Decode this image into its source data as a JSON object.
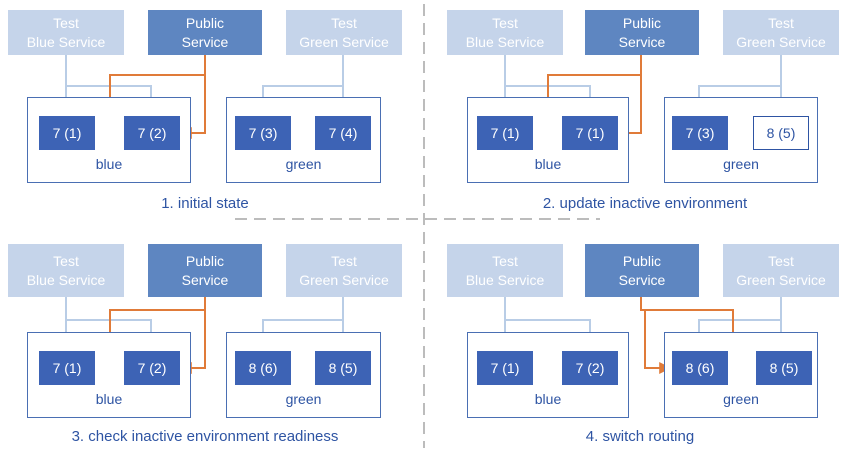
{
  "quadrants": [
    {
      "caption": "1. initial state",
      "test_blue": [
        "Test",
        "Blue Service"
      ],
      "public": [
        "Public",
        "Service"
      ],
      "test_green": [
        "Test",
        "Green Service"
      ],
      "blue_env": {
        "label": "blue",
        "pods": [
          "7 (1)",
          "7 (2)"
        ]
      },
      "green_env": {
        "label": "green",
        "pods": [
          "7 (3)",
          "7 (4)"
        ]
      }
    },
    {
      "caption": "2. update inactive environment",
      "test_blue": [
        "Test",
        "Blue Service"
      ],
      "public": [
        "Public",
        "Service"
      ],
      "test_green": [
        "Test",
        "Green Service"
      ],
      "blue_env": {
        "label": "blue",
        "pods": [
          "7 (1)",
          "7 (1)"
        ]
      },
      "green_env": {
        "label": "green",
        "pods": [
          "7 (3)",
          "8 (5)"
        ]
      }
    },
    {
      "caption": "3. check inactive environment readiness",
      "test_blue": [
        "Test",
        "Blue Service"
      ],
      "public": [
        "Public",
        "Service"
      ],
      "test_green": [
        "Test",
        "Green Service"
      ],
      "blue_env": {
        "label": "blue",
        "pods": [
          "7 (1)",
          "7 (2)"
        ]
      },
      "green_env": {
        "label": "green",
        "pods": [
          "8 (6)",
          "8 (5)"
        ]
      }
    },
    {
      "caption": "4. switch routing",
      "test_blue": [
        "Test",
        "Blue Service"
      ],
      "public": [
        "Public",
        "Service"
      ],
      "test_green": [
        "Test",
        "Green Service"
      ],
      "blue_env": {
        "label": "blue",
        "pods": [
          "7 (1)",
          "7 (2)"
        ]
      },
      "green_env": {
        "label": "green",
        "pods": [
          "8 (6)",
          "8 (5)"
        ]
      }
    }
  ],
  "colors": {
    "test_service": "#c5d4ea",
    "public_service": "#5e86c1",
    "pod": "#3d63b5",
    "env_border": "#4a6fb3",
    "test_arrow": "#b9cde6",
    "public_arrow": "#e07b39",
    "divider": "#a6a6a6"
  }
}
